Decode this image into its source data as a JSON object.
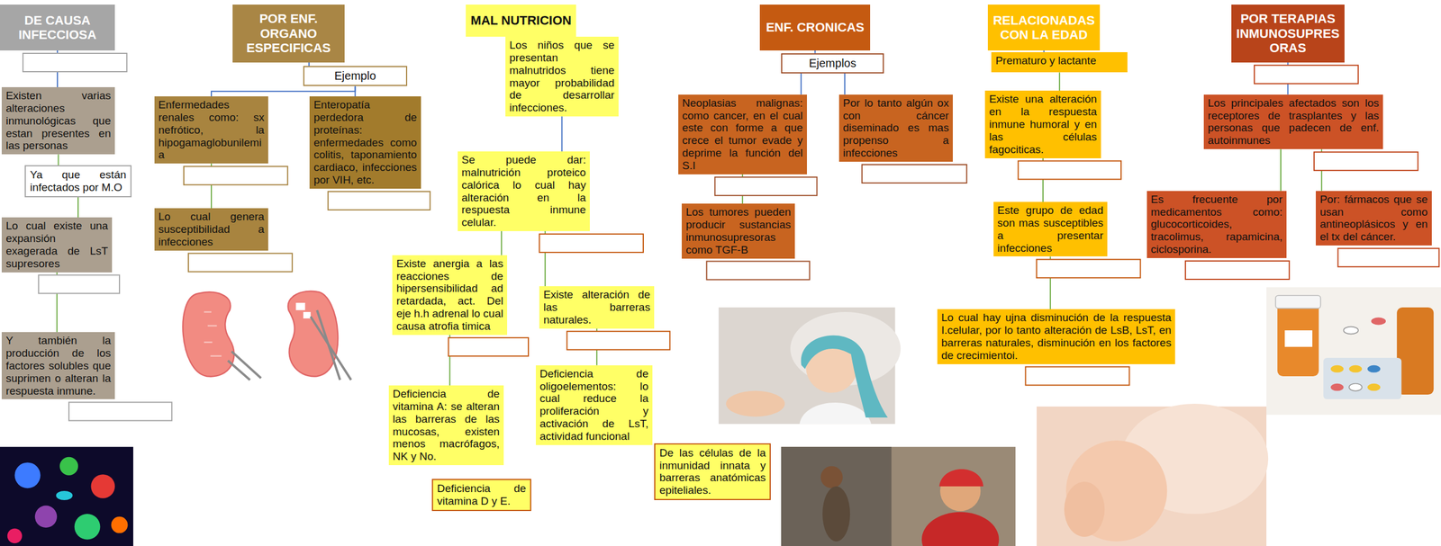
{
  "diagram": {
    "nodes": [
      {
        "text": [
          "DE CAUSA INFECCIOSA"
        ]
      },
      {
        "text": [
          "Existen varias alteraciones inmunológicas que estan presentes en las personas"
        ]
      },
      {
        "text": [
          "Ya que están infectados por M.O"
        ]
      },
      {
        "text": [
          "Lo cual existe una expansión exagerada de LsT supresores"
        ]
      },
      {
        "text": [
          "Y también la producción de los factores solubles que suprimen o alteran la respuesta inmune."
        ]
      },
      {
        "text": [
          "POR ENF. ORGANO ESPECIFICAS"
        ]
      },
      {
        "text": [
          "Ejemplo"
        ]
      },
      {
        "text": [
          "Enfermedades renales como: sx nefrótico, la hipogamaglobunilemia"
        ]
      },
      {
        "text": [
          "Enteropatía perdedora de proteínas: enfermedades como colitis, taponamiento cardiaco, infecciones por VIH, etc."
        ]
      },
      {
        "text": [
          "Lo cual genera susceptibilidad a infecciones"
        ]
      },
      {
        "text": [
          "MAL NUTRICION"
        ]
      },
      {
        "text": [
          "Los niños que se presentan malnutridos tiene mayor probabilidad de desarrollar infecciones."
        ]
      },
      {
        "text": [
          "Se puede dar: malnutrición proteico calórica lo cual hay alteración en la respuesta inmune celular."
        ]
      },
      {
        "text": [
          "Existe anergia a las reacciones de hipersensibilidad ad retardada, act. Del eje h.h adrenal lo cual causa atrofia timica"
        ]
      },
      {
        "text": [
          "Existe alteración de las barreras naturales."
        ]
      },
      {
        "text": [
          "Deficiencia de vitamina A: se alteran las barreras de las mucosas, existen menos macrófagos, NK y No."
        ]
      },
      {
        "text": [
          "Deficiencia de vitamina D y E."
        ]
      },
      {
        "text": [
          "Deficiencia de oligoelementos: lo cual reduce la proliferación y activación de LsT, actividad funcional"
        ]
      },
      {
        "text": [
          "De las células de la inmunidad innata y barreras anatómicas epiteliales."
        ]
      },
      {
        "text": [
          "ENF. CRONICAS"
        ]
      },
      {
        "text": [
          "Ejemplos"
        ]
      },
      {
        "text": [
          "Neoplasias malignas: como cancer, en el cual este con forme a que crece el tumor evade y deprime la función del S.I"
        ]
      },
      {
        "text": [
          "Por lo tanto algún ox con cáncer diseminado es mas propenso a infecciones"
        ]
      },
      {
        "text": [
          "Los tumores pueden producir sustancias inmunosupresoras como TGF-B"
        ]
      },
      {
        "text": [
          "RELACIONADAS CON LA EDAD"
        ]
      },
      {
        "text": [
          "Prematuro y lactante"
        ]
      },
      {
        "text": [
          "Existe una alteración en la respuesta inmune humoral y en las células fagociticas."
        ]
      },
      {
        "text": [
          "Este grupo de edad son mas susceptibles a presentar infecciones"
        ]
      },
      {
        "text": [
          "Lo cual hay ujna disminución de la respuesta I.celular, por lo tanto alteración de LsB, LsT, en barreras naturales, disminución en los factores de crecimientoi."
        ]
      },
      {
        "text": [
          "POR TERAPIAS INMUNOSUPRESORAS"
        ]
      },
      {
        "text": [
          "Los principales afectados son los receptores de trasplantes y las personas que padecen de enf. autoinmunes"
        ]
      },
      {
        "text": [
          "Es frecuente por medicamentos como: glucocorticoides, tracolimus, rapamicina, ciclosporina."
        ]
      },
      {
        "text": [
          "Por: fármacos que se usan como antineoplásicos y en el tx del cáncer."
        ]
      }
    ],
    "edges": [
      {
        "from": 0,
        "to": 1,
        "arrow": "none"
      },
      {
        "from": 1,
        "to": 2,
        "arrow": "none"
      },
      {
        "from": 2,
        "to": 3,
        "arrow": "none"
      },
      {
        "from": 3,
        "to": 4,
        "arrow": "none"
      },
      {
        "from": 5,
        "to": 6,
        "arrow": "none"
      },
      {
        "from": 6,
        "to": 7,
        "arrow": "none"
      },
      {
        "from": 6,
        "to": 8,
        "arrow": "none"
      },
      {
        "from": 7,
        "to": 9,
        "arrow": "none"
      },
      {
        "from": 11,
        "to": 12,
        "arrow": "none"
      },
      {
        "from": 12,
        "to": 13,
        "arrow": "none"
      },
      {
        "from": 12,
        "to": 14,
        "arrow": "none"
      },
      {
        "from": 13,
        "to": 15,
        "arrow": "none"
      },
      {
        "from": 14,
        "to": 17,
        "arrow": "none"
      },
      {
        "from": 19,
        "to": 20,
        "arrow": "none"
      },
      {
        "from": 20,
        "to": 21,
        "arrow": "none"
      },
      {
        "from": 20,
        "to": 22,
        "arrow": "none"
      },
      {
        "from": 21,
        "to": 23,
        "arrow": "none"
      },
      {
        "from": 24,
        "to": 25,
        "arrow": "none"
      },
      {
        "from": 25,
        "to": 26,
        "arrow": "none"
      },
      {
        "from": 26,
        "to": 27,
        "arrow": "none"
      },
      {
        "from": 27,
        "to": 28,
        "arrow": "none"
      },
      {
        "from": 29,
        "to": 30,
        "arrow": "none"
      },
      {
        "from": 30,
        "to": 31,
        "arrow": "none"
      },
      {
        "from": 30,
        "to": 32,
        "arrow": "none"
      }
    ]
  }
}
